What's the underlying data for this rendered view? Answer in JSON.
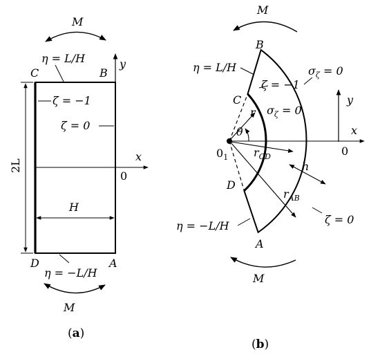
{
  "panel_a": {
    "moment_top": "M",
    "moment_bottom": "M",
    "eta_top": "η = L/H",
    "eta_bottom": "η = −L/H",
    "corner_c": "C",
    "corner_b": "B",
    "corner_d": "D",
    "corner_a": "A",
    "axis_y": "y",
    "axis_x": "x",
    "origin": "0",
    "zeta_minus_one": "ζ = −1",
    "zeta_zero": "ζ = 0",
    "height_dim": "2L",
    "width_dim": "H",
    "caption_open": "(",
    "caption_letter": "a",
    "caption_close": ")"
  },
  "panel_b": {
    "moment_top": "M",
    "moment_bottom": "M",
    "corner_b": "B",
    "corner_c": "C",
    "corner_d": "D",
    "corner_a": "A",
    "eta_top": "η = L/H",
    "eta_bottom": "η = −L/H",
    "sigma_outer": "σ",
    "sigma_outer_sub": "ζ",
    "sigma_outer_eq": " = 0",
    "sigma_inner": "σ",
    "sigma_inner_sub": "ζ",
    "sigma_inner_eq": " = 0",
    "zeta_minus_one": "ζ = −1",
    "zeta_zero": "ζ = 0",
    "axis_y": "y",
    "axis_x": "x",
    "origin_center": "0",
    "origin_center_sub": "1",
    "origin_right": "0",
    "radius_r": "r",
    "angle_theta": "θ",
    "radius_cd": "r",
    "radius_cd_sub": "CD",
    "radius_ab": "r",
    "radius_ab_sub": "AB",
    "thickness_h": "h",
    "caption_open": "(",
    "caption_letter": "b",
    "caption_close": ")"
  }
}
